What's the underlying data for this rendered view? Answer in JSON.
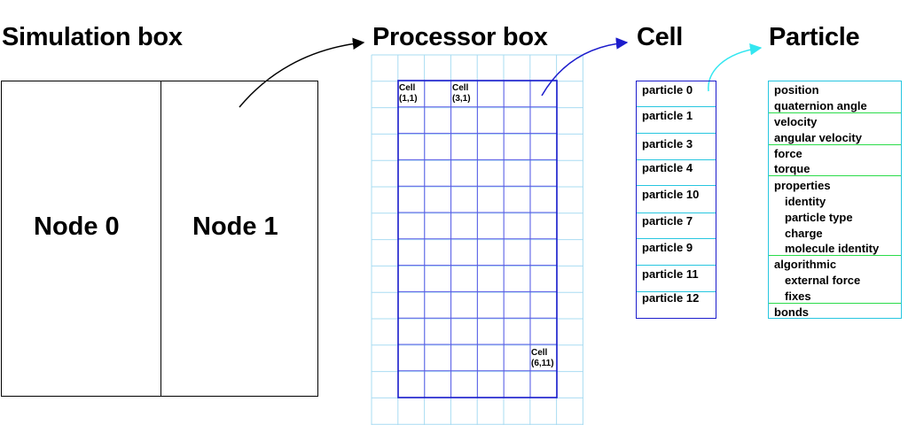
{
  "headings": {
    "simulation_box": "Simulation box",
    "processor_box": "Processor box",
    "cell": "Cell",
    "particle": "Particle"
  },
  "nodes": [
    "Node 0",
    "Node 1"
  ],
  "grid_cell_labels": [
    {
      "line1": "Cell",
      "line2": "(1,1)"
    },
    {
      "line1": "Cell",
      "line2": "(3,1)"
    },
    {
      "line1": "Cell",
      "line2": "(6,11)"
    }
  ],
  "cell_particles": [
    "particle 0",
    "particle 1",
    "particle 3",
    "particle 4",
    "particle 10",
    "particle 7",
    "particle 9",
    "particle 11",
    "particle 12"
  ],
  "particle_attribute_groups": [
    {
      "items": [
        {
          "text": "position",
          "indent": false
        },
        {
          "text": "quaternion angle",
          "indent": false
        }
      ]
    },
    {
      "items": [
        {
          "text": "velocity",
          "indent": false
        },
        {
          "text": "angular velocity",
          "indent": false
        }
      ]
    },
    {
      "items": [
        {
          "text": "force",
          "indent": false
        },
        {
          "text": "torque",
          "indent": false
        }
      ]
    },
    {
      "items": [
        {
          "text": "properties",
          "indent": false
        },
        {
          "text": "identity",
          "indent": true
        },
        {
          "text": "particle type",
          "indent": true
        },
        {
          "text": "charge",
          "indent": true
        },
        {
          "text": "molecule identity",
          "indent": true
        }
      ]
    },
    {
      "items": [
        {
          "text": "algorithmic",
          "indent": false
        },
        {
          "text": "external force",
          "indent": true
        },
        {
          "text": "fixes",
          "indent": true
        }
      ]
    },
    {
      "items": [
        {
          "text": "bonds",
          "indent": false
        }
      ]
    }
  ],
  "colors": {
    "black": "#000000",
    "processor_outline": "#1c1ccc",
    "inner_grid": "#5a5ae6",
    "outer_grid": "#a9dcf2",
    "cell_arrow": "#1c1ccc",
    "particle_arrow": "#33e6f0",
    "particle_box": "#27c6e0",
    "group_separator": "#2bdc4a"
  }
}
